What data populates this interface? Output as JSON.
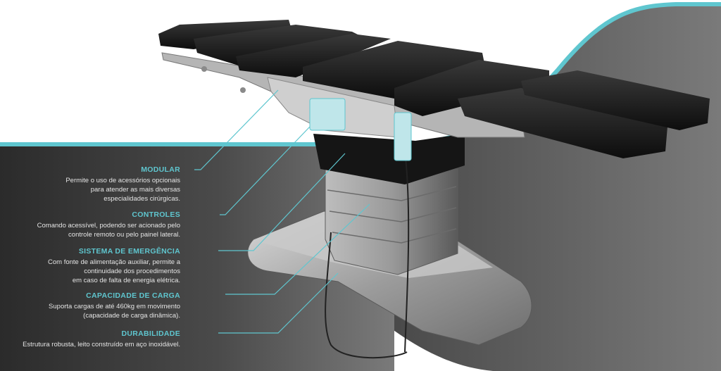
{
  "colors": {
    "accent": "#5fc6cf",
    "band_dark": "#2d2d2d",
    "band_light": "#6f6f6f",
    "text": "#e4e4e4"
  },
  "features": [
    {
      "title": "MODULAR",
      "lines": [
        "Permite o uso de acessórios opcionais",
        "para atender as mais diversas",
        "especialidades cirúrgicas."
      ]
    },
    {
      "title": "CONTROLES",
      "lines": [
        "Comando acessível, podendo ser acionado pelo",
        "controle remoto ou pelo painel lateral."
      ]
    },
    {
      "title": "SISTEMA DE EMERGÊNCIA",
      "lines": [
        "Com fonte de alimentação auxiliar, permite a",
        "continuidade dos procedimentos",
        "em caso de falta de energia elétrica."
      ]
    },
    {
      "title": "CAPACIDADE DE CARGA",
      "lines": [
        "Suporta cargas de até 460kg em movimento",
        "(capacidade de carga dinâmica)."
      ]
    },
    {
      "title": "DURABILIDADE",
      "lines": [
        "Estrutura robusta, leito construído em aço inoxidável."
      ]
    }
  ]
}
